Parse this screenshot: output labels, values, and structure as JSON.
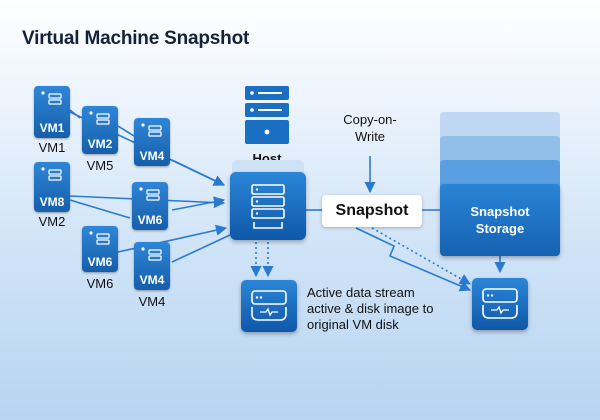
{
  "title": "Virtual Machine Snapshot",
  "vms": [
    {
      "label": "VM1",
      "caption": "VM1"
    },
    {
      "label": "VM2",
      "caption": "VM5"
    },
    {
      "label": "VM4",
      "caption": ""
    },
    {
      "label": "VM8",
      "caption": "VM2"
    },
    {
      "label": "VM6",
      "caption": ""
    },
    {
      "label": "VM6",
      "caption": "VM6"
    },
    {
      "label": "VM4",
      "caption": "VM4"
    }
  ],
  "host": {
    "label": "Host"
  },
  "copy_on_write": {
    "line1": "Copy-on-",
    "line2": "Write"
  },
  "snapshot": {
    "label": "Snapshot"
  },
  "storage": {
    "line1": "Snapshot",
    "line2": "Storage"
  },
  "note": {
    "line1": "Active data stream",
    "line2": "active & disk image to",
    "line3": "original VM disk"
  },
  "colors": {
    "node_blue": "#1a6fc2",
    "arrow_blue": "#2a7bd0",
    "stack_light": "#bfd7f2",
    "stack_mid": "#91bfea",
    "stack_dark": "#5aa0e0",
    "background_bottom": "#b7d4f1"
  },
  "icons": [
    "vm-server-icon",
    "server-rack-icon",
    "disk-drive-icon"
  ]
}
